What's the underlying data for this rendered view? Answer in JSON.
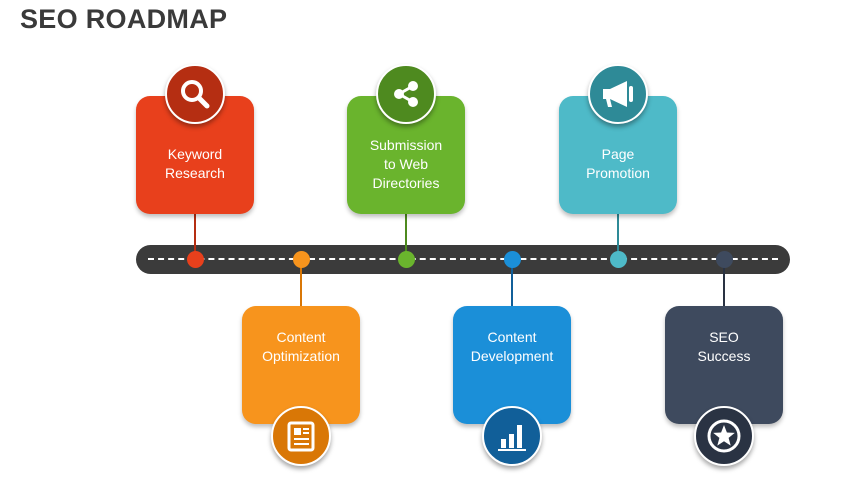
{
  "title": "SEO ROADMAP",
  "steps": [
    {
      "label": "Keyword\nResearch",
      "position": "top",
      "icon": "search-icon",
      "color": "#e8401c",
      "circle_color": "#b52e12"
    },
    {
      "label": "Content\nOptimization",
      "position": "bottom",
      "icon": "document-icon",
      "color": "#f7941d",
      "circle_color": "#d97706"
    },
    {
      "label": "Submission\nto Web\nDirectories",
      "position": "top",
      "icon": "share-icon",
      "color": "#6ab42d",
      "circle_color": "#4e8a1f"
    },
    {
      "label": "Content\nDevelopment",
      "position": "bottom",
      "icon": "bar-chart-icon",
      "color": "#1b8fd8",
      "circle_color": "#115f99"
    },
    {
      "label": "Page\nPromotion",
      "position": "top",
      "icon": "megaphone-icon",
      "color": "#4ebac8",
      "circle_color": "#2e8a97"
    },
    {
      "label": "SEO\nSuccess",
      "position": "bottom",
      "icon": "star-icon",
      "color": "#3e4a5e",
      "circle_color": "#2a3343"
    }
  ]
}
